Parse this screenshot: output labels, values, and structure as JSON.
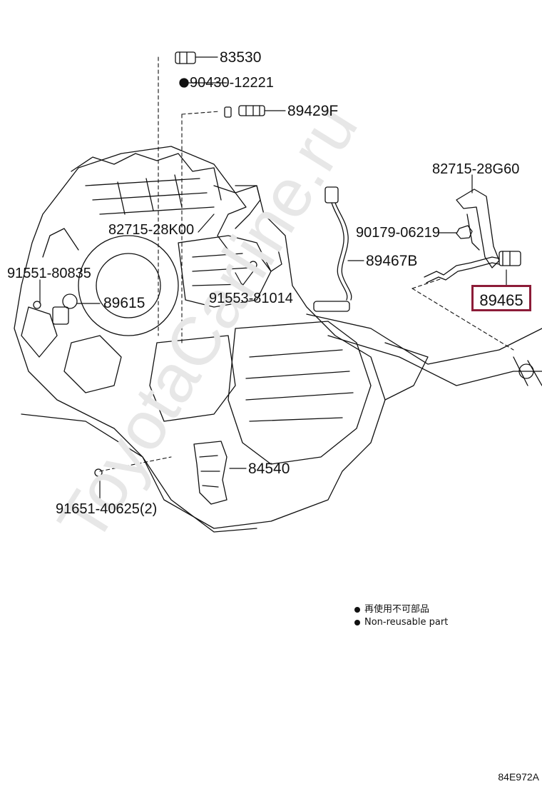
{
  "parts": {
    "p83530": "83530",
    "p90430": "90430-12221",
    "p89429f": "89429F",
    "p82715_28g60": "82715-28G60",
    "p82715_28k00": "82715-28K00",
    "p90179": "90179-06219",
    "p89467b": "89467B",
    "p91551": "91551-80835",
    "p89615": "89615",
    "p91553": "91553-81014",
    "p89465": "89465",
    "p84540": "84540",
    "p91651": "91651-40625(2)"
  },
  "legend": {
    "chinese": "再使用不可部品",
    "english": "Non-reusable part"
  },
  "diagram_code": "84E972A",
  "watermark": "ToyotaCarline.ru",
  "colors": {
    "highlight": "#8c1c38",
    "line": "#111111"
  }
}
